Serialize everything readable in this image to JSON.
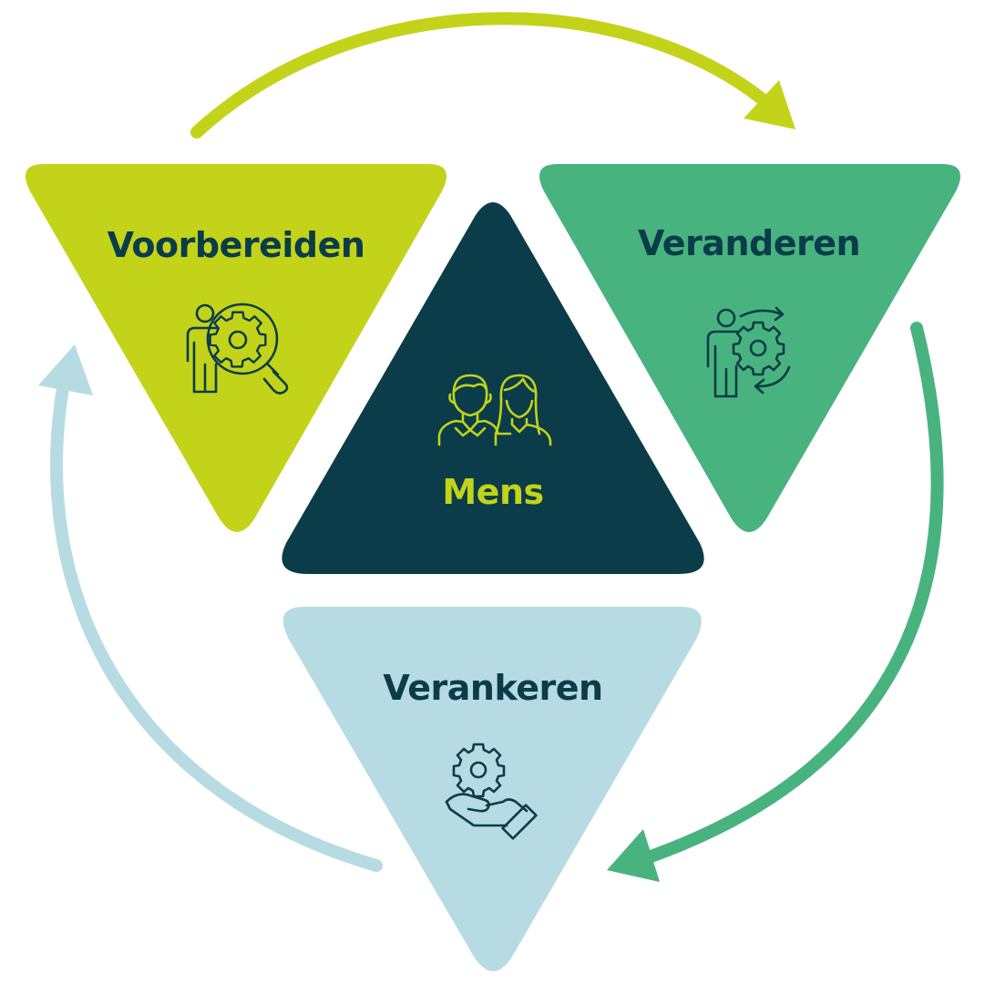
{
  "colors": {
    "lime": "#c2d31a",
    "green": "#48b37e",
    "dark": "#0b3c49",
    "lightblue": "#b7dbe3",
    "white": "#ffffff"
  },
  "steps": {
    "prepare": {
      "label": "Voorbereiden",
      "icon": "person-gear-magnifier-icon"
    },
    "change": {
      "label": "Veranderen",
      "icon": "person-gear-cycle-icon"
    },
    "anchor": {
      "label": "Verankeren",
      "icon": "hand-gear-icon"
    }
  },
  "center": {
    "label": "Mens",
    "icon": "man-woman-icon"
  },
  "cycle": {
    "direction": "clockwise",
    "arrows": [
      "lime-arrow",
      "green-arrow",
      "lightblue-arrow"
    ]
  }
}
